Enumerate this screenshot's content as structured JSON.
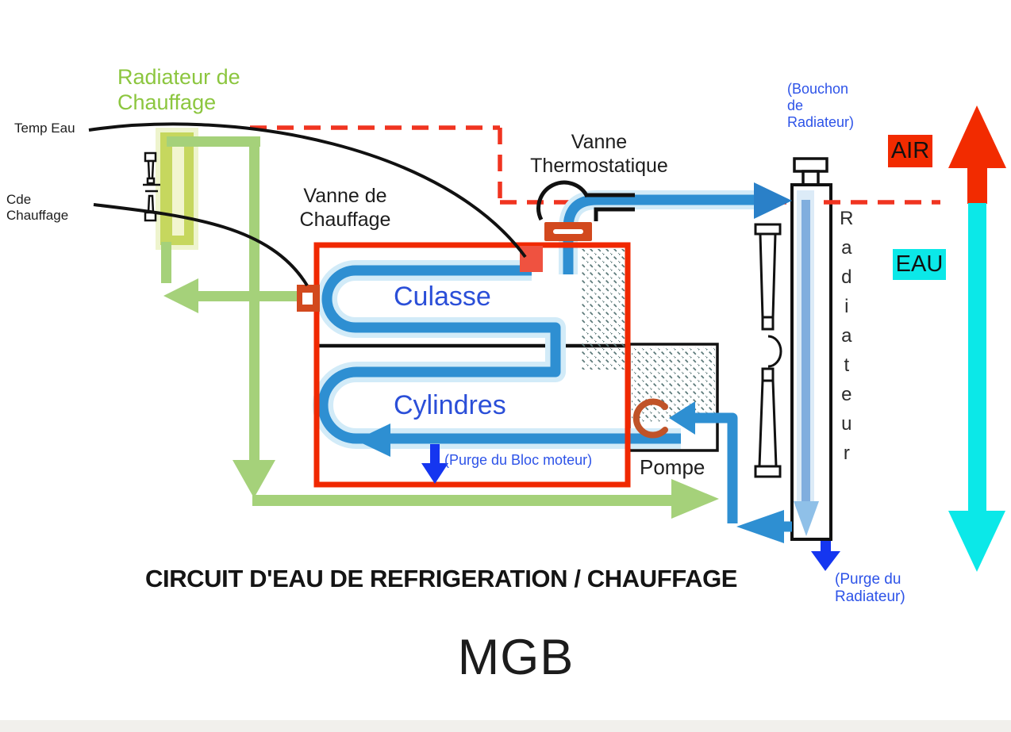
{
  "diagram": {
    "title": "CIRCUIT D'EAU DE  REFRIGERATION / CHAUFFAGE",
    "subtitle": "MGB"
  },
  "labels": {
    "heater_radiator": "Radiateur de\nChauffage",
    "temp_eau": "Temp Eau",
    "cde_chauffage": "Cde\nChauffage",
    "heater_valve": "Vanne de\nChauffage",
    "thermostatic_valve": "Vanne\nThermostatique",
    "cylinder_head": "Culasse",
    "cylinders": "Cylindres",
    "engine_block_drain": "(Purge du Bloc moteur)",
    "pump": "Pompe",
    "radiator_cap": "(Bouchon\nde\nRadiateur)",
    "radiator": "Radiateur",
    "radiator_drain": "(Purge du\nRadiateur)",
    "air": "AIR",
    "eau": "EAU"
  },
  "colors": {
    "pipe_blue": "#2e8fd2",
    "pipe_halo": "#d2ebf8",
    "heater_circuit_green": "#a5d17a",
    "heater_core_green": "#c6d75e",
    "engine_outline_red": "#f02800",
    "dashed_waterline_red": "#f03420",
    "valve_orange": "#d2491e",
    "pump_ring_orange": "#c05328",
    "sensor_salmon": "#ef5240",
    "purge_arrow_blue": "#1536f0",
    "label_blue": "#2d53e8",
    "air_red": "#f22b00",
    "water_cyan": "#0be8e8",
    "radiator_stripe_blue": "#80aede"
  },
  "icons": {
    "fan": "engine-fan-icon",
    "heater_fan": "heater-fan-icon",
    "thermostat": "thermostat-icon",
    "pump_ring": "pump-impeller-icon"
  }
}
